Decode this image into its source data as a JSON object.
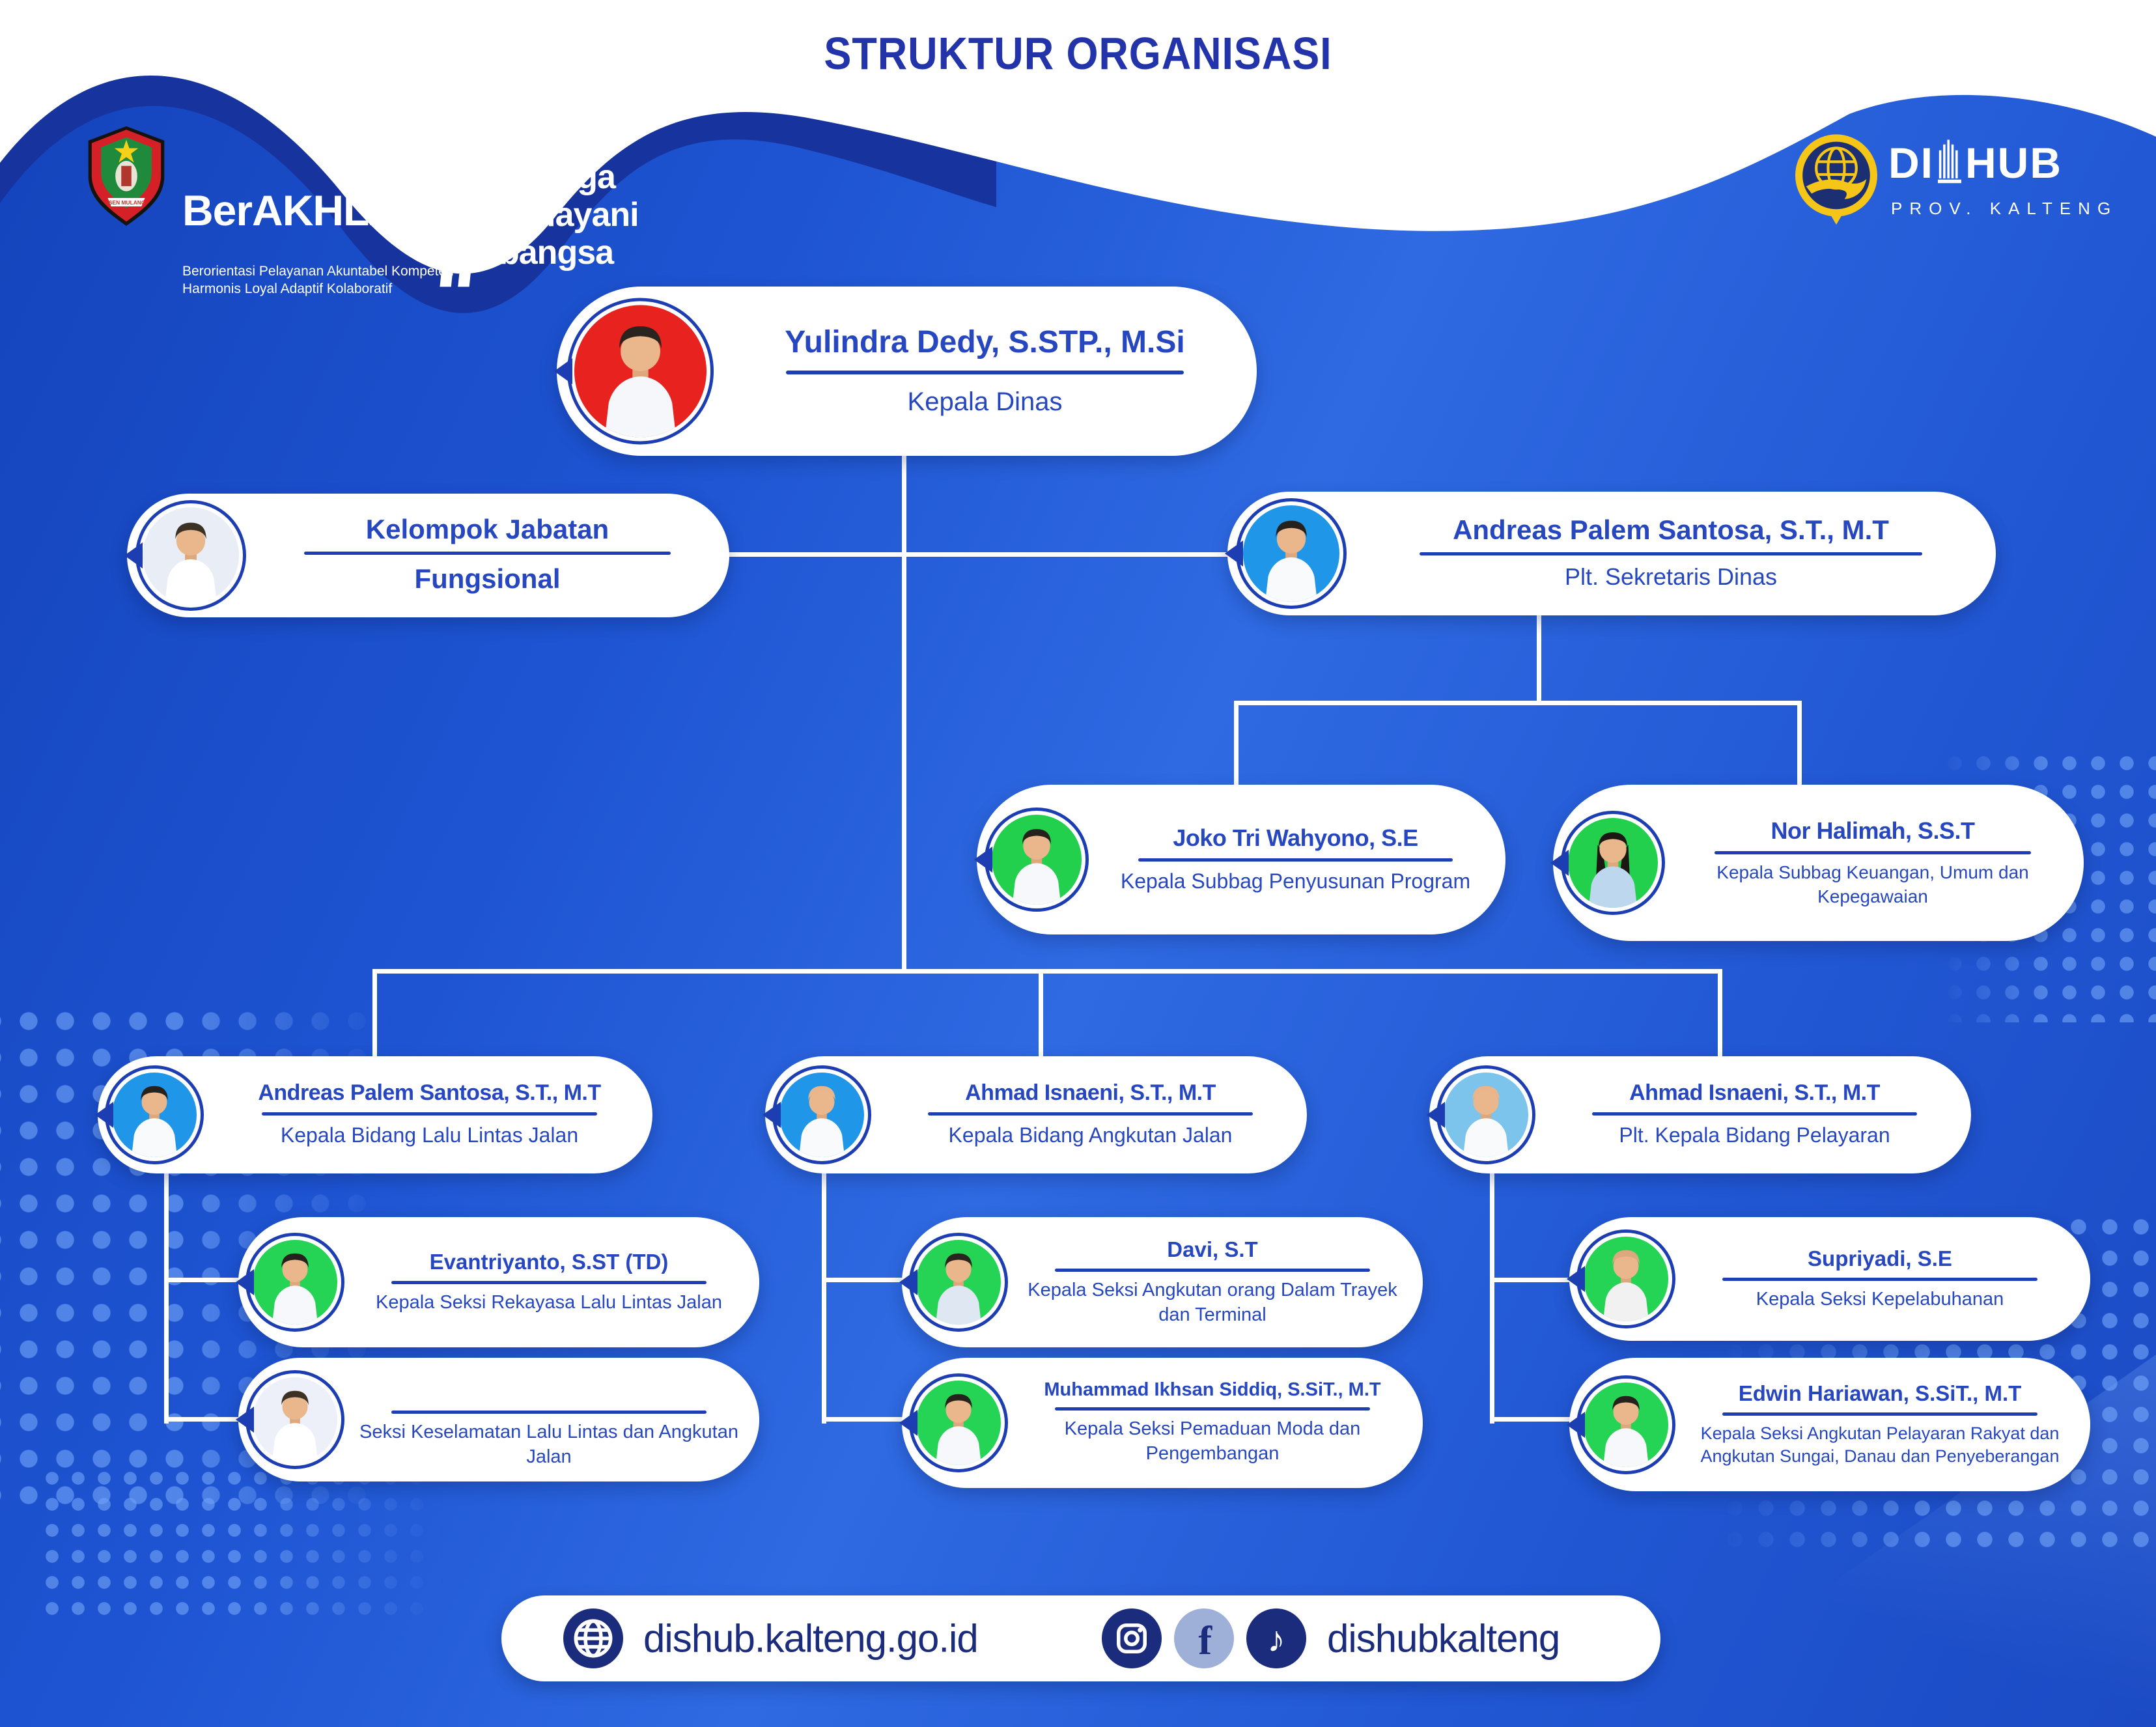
{
  "header": {
    "title": "STRUKTUR ORGANISASI",
    "berakhlak": {
      "brand": "BerAKHLAK",
      "chevron": ">",
      "subtitle_line1": "Berorientasi Pelayanan Akuntabel Kompeten",
      "subtitle_line2": "Harmonis Loyal Adaptif Kolaboratif",
      "emblem_banner": "ISEN MULANG",
      "hashtag_line1": "bangga",
      "hashtag_line2": "melayani",
      "hashtag_line3": "bangsa"
    },
    "dishub": {
      "name_left": "DI",
      "name_right": "HUB",
      "region": "PROV. KALTENG"
    }
  },
  "org": {
    "cards": [
      {
        "name": "Yulindra Dedy, S.STP., M.Si",
        "title": "Kepala Dinas",
        "photo": {
          "bg": "#e8231f",
          "shirt": "#f5f7fb",
          "hair": "#2a241e",
          "hair_side": "none"
        }
      },
      {
        "name": "Kelompok Jabatan",
        "title": "Fungsional",
        "photo": {
          "bg": "#e9edf6",
          "shirt": "#ffffff",
          "hair": "#3c3125",
          "hair_side": "none"
        }
      },
      {
        "name": "Andreas Palem Santosa, S.T., M.T",
        "title": "Plt. Sekretaris Dinas",
        "photo": {
          "bg": "#2096e8",
          "shirt": "#f8fafc",
          "hair": "#25211c",
          "hair_side": "none"
        }
      },
      {
        "name": "Joko Tri Wahyono, S.E",
        "title": "Kepala Subbag Penyusunan Program",
        "photo": {
          "bg": "#22d04d",
          "shirt": "#f6f8fb",
          "hair": "#25211c",
          "hair_side": "none"
        }
      },
      {
        "name": "Nor Halimah, S.S.T",
        "title": "Kepala Subbag Keuangan, Umum dan Kepegawaian",
        "photo": {
          "bg": "#22d04d",
          "shirt": "#bdd7ef",
          "hair": "#1b1713",
          "hair_side": "#1b1713"
        }
      },
      {
        "name": "Andreas Palem Santosa, S.T., M.T",
        "title": "Kepala Bidang Lalu Lintas Jalan",
        "photo": {
          "bg": "#2096e8",
          "shirt": "#f8fafc",
          "hair": "#25211c",
          "hair_side": "none"
        }
      },
      {
        "name": "Ahmad Isnaeni, S.T., M.T",
        "title": "Kepala Bidang Angkutan Jalan",
        "photo": {
          "bg": "#2096e8",
          "shirt": "#f8fafc",
          "hair": "#e8b68a",
          "hair_side": "none"
        }
      },
      {
        "name": "Ahmad Isnaeni, S.T., M.T",
        "title": "Plt. Kepala Bidang Pelayaran",
        "photo": {
          "bg": "#7cc4ec",
          "shirt": "#f8fafc",
          "hair": "#e8b68a",
          "hair_side": "none"
        }
      },
      {
        "name": "Evantriyanto, S.ST (TD)",
        "title": "Kepala Seksi Rekayasa Lalu Lintas Jalan",
        "photo": {
          "bg": "#25d355",
          "shirt": "#f6f8fb",
          "hair": "#25211c",
          "hair_side": "none"
        }
      },
      {
        "name": "",
        "title": "Seksi Keselamatan Lalu Lintas dan Angkutan Jalan",
        "photo": {
          "bg": "#edf0f8",
          "shirt": "#ffffff",
          "hair": "#3c3125",
          "hair_side": "none"
        }
      },
      {
        "name": "Davi, S.T",
        "title": "Kepala Seksi Angkutan orang Dalam Trayek dan Terminal",
        "photo": {
          "bg": "#25d355",
          "shirt": "#dfe7f2",
          "hair": "#2a241e",
          "hair_side": "none"
        }
      },
      {
        "name": "Muhammad Ikhsan Siddiq, S.SiT., M.T",
        "title": "Kepala Seksi Pemaduan Moda dan Pengembangan",
        "photo": {
          "bg": "#25d355",
          "shirt": "#f6f8fb",
          "hair": "#25211c",
          "hair_side": "none"
        }
      },
      {
        "name": "Supriyadi, S.E",
        "title": "Kepala Seksi Kepelabuhanan",
        "photo": {
          "bg": "#25d355",
          "shirt": "#f1f1f1",
          "hair": "#dca87e",
          "hair_side": "none"
        }
      },
      {
        "name": "Edwin Hariawan, S.SiT., M.T",
        "title": "Kepala Seksi Angkutan Pelayaran Rakyat dan Angkutan Sungai, Danau dan Penyeberangan",
        "photo": {
          "bg": "#25d355",
          "shirt": "#f6f8fb",
          "hair": "#25211c",
          "hair_side": "none"
        }
      }
    ]
  },
  "footer": {
    "website": "dishub.kalteng.go.id",
    "handle": "dishubkalteng",
    "fb_glyph": "f",
    "tiktok_glyph": "♪"
  },
  "colors": {
    "card_text": "#2647c0",
    "divider": "#1d3eb5",
    "navy": "#16339e",
    "ring": "#1d3db2",
    "title": "#2334ab",
    "footer_text": "#1c2c7c",
    "dot": "#6ea0f5"
  }
}
